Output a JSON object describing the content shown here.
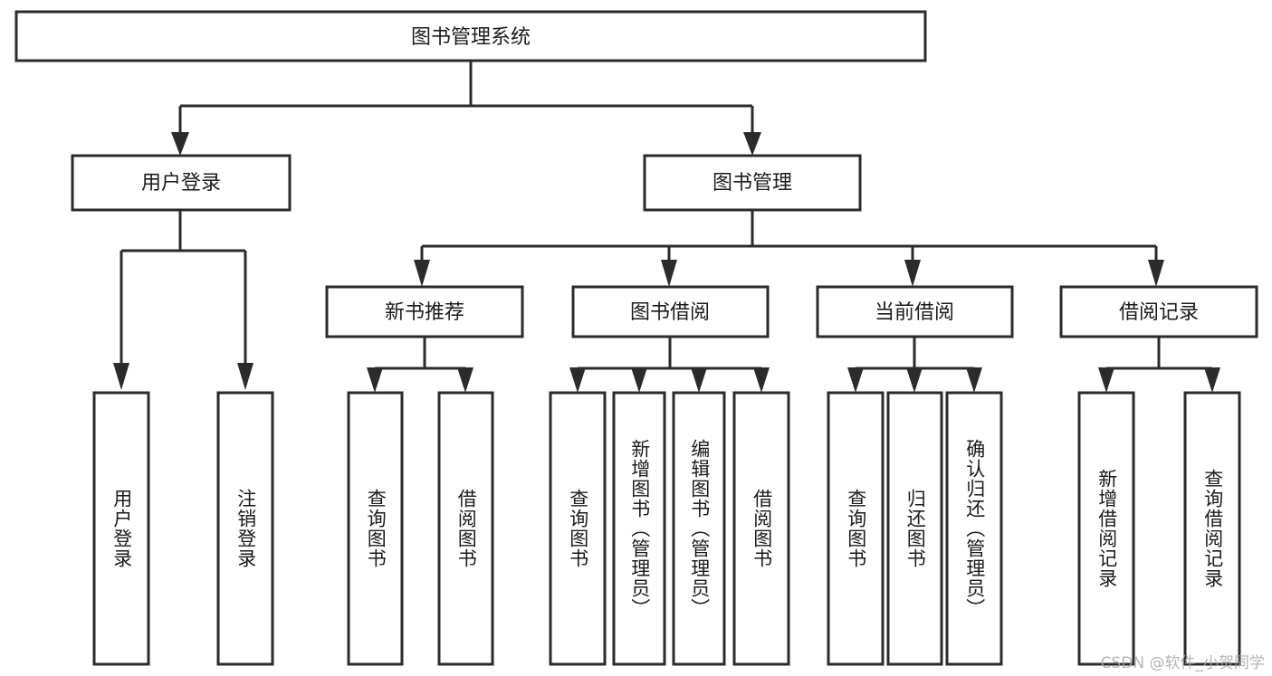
{
  "diagram": {
    "type": "tree-hierarchy",
    "title": "图书管理系统",
    "watermark": "CSDN @软件_小贺同学",
    "colors": {
      "stroke": "#2b2b2b",
      "fill": "#ffffff",
      "text": "#1b1b1b",
      "watermark": "#a8a8a8"
    },
    "levels": {
      "root": {
        "label": "图书管理系统"
      },
      "level2": [
        {
          "id": "user-login",
          "label": "用户登录"
        },
        {
          "id": "book-management",
          "label": "图书管理"
        }
      ],
      "level3": [
        {
          "id": "new-book-recommend",
          "label": "新书推荐",
          "parent": "book-management"
        },
        {
          "id": "book-borrow",
          "label": "图书借阅",
          "parent": "book-management"
        },
        {
          "id": "current-borrow",
          "label": "当前借阅",
          "parent": "book-management"
        },
        {
          "id": "borrow-record",
          "label": "借阅记录",
          "parent": "book-management"
        }
      ],
      "leaves": [
        {
          "id": "leaf-user-login",
          "label": "用户登录",
          "parent": "user-login"
        },
        {
          "id": "leaf-logout-login",
          "label": "注销登录",
          "parent": "user-login"
        },
        {
          "id": "leaf-query-book-1",
          "label": "查询图书",
          "parent": "new-book-recommend"
        },
        {
          "id": "leaf-borrow-book-1",
          "label": "借阅图书",
          "parent": "new-book-recommend"
        },
        {
          "id": "leaf-query-book-2",
          "label": "查询图书",
          "parent": "book-borrow"
        },
        {
          "id": "leaf-add-book",
          "label": "新增图书（管理员）",
          "parent": "book-borrow"
        },
        {
          "id": "leaf-edit-book",
          "label": "编辑图书（管理员）",
          "parent": "book-borrow"
        },
        {
          "id": "leaf-borrow-book-2",
          "label": "借阅图书",
          "parent": "book-borrow"
        },
        {
          "id": "leaf-query-book-3",
          "label": "查询图书",
          "parent": "current-borrow"
        },
        {
          "id": "leaf-return-book",
          "label": "归还图书",
          "parent": "current-borrow"
        },
        {
          "id": "leaf-confirm-return",
          "label": "确认归还（管理员）",
          "parent": "current-borrow"
        },
        {
          "id": "leaf-add-record",
          "label": "新增借阅记录",
          "parent": "borrow-record"
        },
        {
          "id": "leaf-query-record",
          "label": "查询借阅记录",
          "parent": "borrow-record"
        }
      ]
    }
  }
}
